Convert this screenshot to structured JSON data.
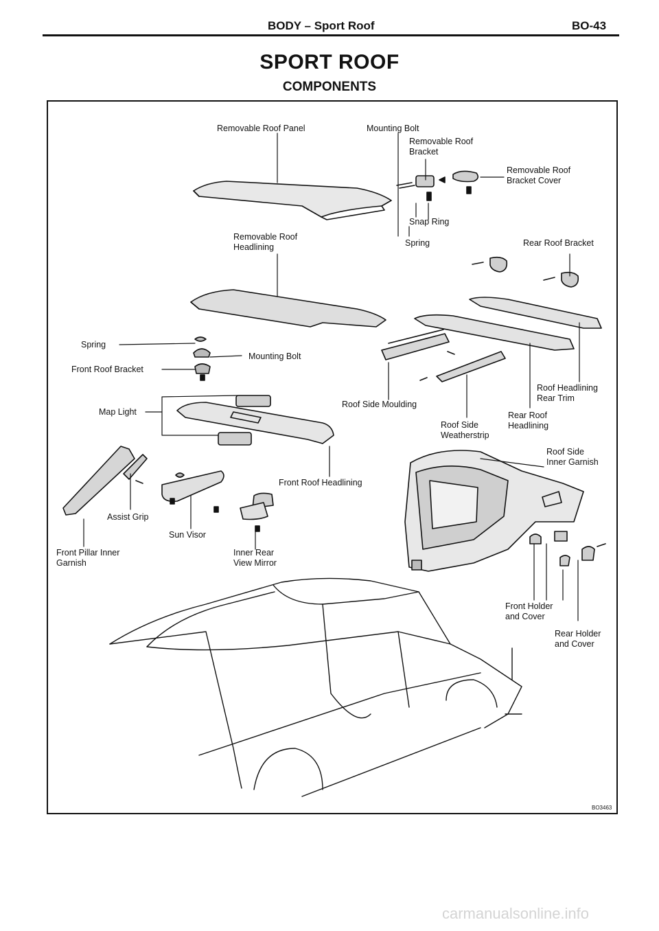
{
  "header": {
    "title": "BODY – Sport Roof",
    "page": "BO-43"
  },
  "title": "SPORT ROOF",
  "subtitle": "COMPONENTS",
  "labels": {
    "removable_roof_panel": "Removable Roof Panel",
    "mounting_bolt_top": "Mounting Bolt",
    "removable_roof_bracket_1": "Removable Roof",
    "removable_roof_bracket_2": "Bracket",
    "bracket_cover_1": "Removable Roof",
    "bracket_cover_2": "Bracket Cover",
    "snap_ring": "Snap Ring",
    "headlining_1": "Removable Roof",
    "headlining_2": "Headlining",
    "spring_top": "Spring",
    "rear_roof_bracket": "Rear Roof Bracket",
    "spring_left": "Spring",
    "mounting_bolt_mid": "Mounting Bolt",
    "front_roof_bracket": "Front Roof Bracket",
    "map_light": "Map Light",
    "roof_side_moulding": "Roof Side Moulding",
    "roof_headlining_rear_trim_1": "Roof Headlining",
    "roof_headlining_rear_trim_2": "Rear Trim",
    "rear_roof_headlining_1": "Rear Roof",
    "rear_roof_headlining_2": "Headlining",
    "roof_side_weatherstrip_1": "Roof Side",
    "roof_side_weatherstrip_2": "Weatherstrip",
    "roof_side_inner_garnish_1": "Roof Side",
    "roof_side_inner_garnish_2": "Inner Garnish",
    "front_roof_headlining": "Front Roof Headlining",
    "assist_grip": "Assist Grip",
    "sun_visor": "Sun Visor",
    "front_pillar_1": "Front Pillar Inner",
    "front_pillar_2": "Garnish",
    "inner_mirror_1": "Inner Rear",
    "inner_mirror_2": "View Mirror",
    "front_holder_1": "Front Holder",
    "front_holder_2": "and Cover",
    "rear_holder_1": "Rear Holder",
    "rear_holder_2": "and Cover"
  },
  "figure_code": "BO3463",
  "watermark": "carmanualsonline.info"
}
